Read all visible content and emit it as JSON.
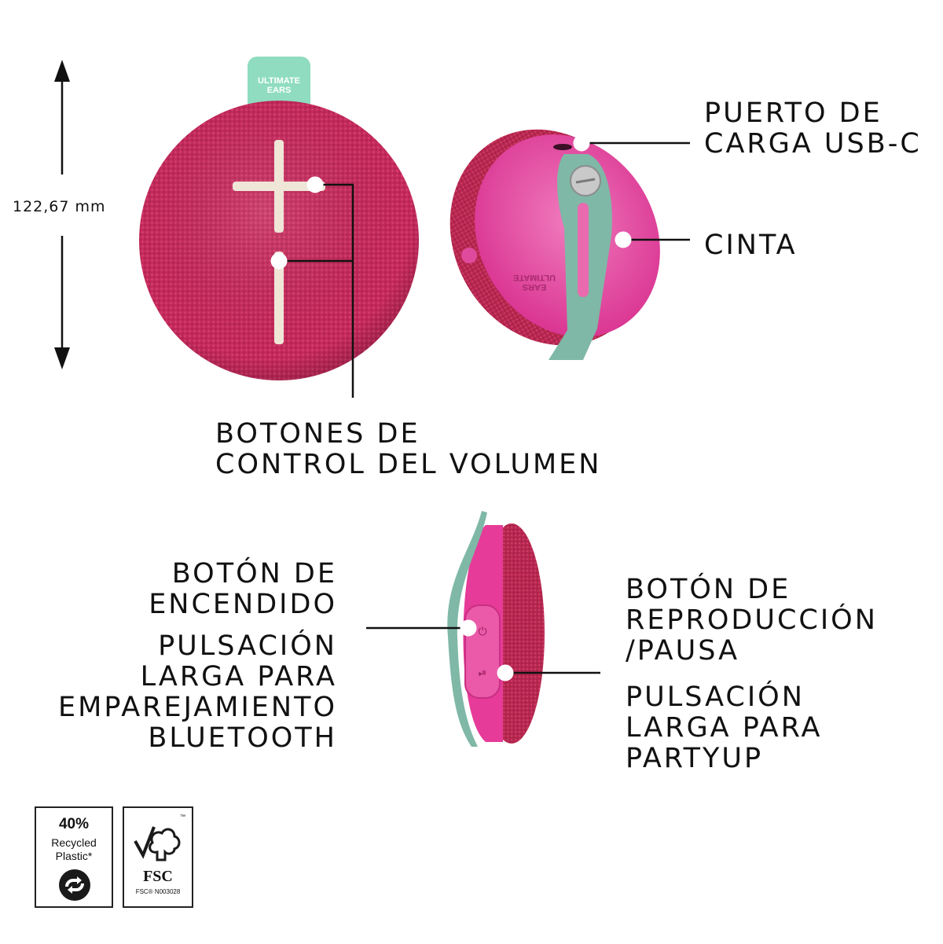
{
  "dimension": {
    "height_label": "122,67 mm"
  },
  "labels": {
    "usb_port": [
      "PUERTO DE",
      "CARGA USB-C"
    ],
    "strap": [
      "CINTA"
    ],
    "volume_buttons": [
      "BOTONES DE",
      "CONTROL DEL VOLUMEN"
    ],
    "power_button": [
      "BOTÓN DE",
      "ENCENDIDO"
    ],
    "power_long_press": [
      "PULSACIÓN",
      "LARGA PARA",
      "EMPAREJAMIENTO",
      "BLUETOOTH"
    ],
    "play_pause_button": [
      "BOTÓN DE",
      "REPRODUCCIÓN",
      "/PAUSA"
    ],
    "play_long_press": [
      "PULSACIÓN",
      "LARGA PARA",
      "PARTYUP"
    ]
  },
  "product": {
    "brand_tag": [
      "ULTIMATE",
      "EARS"
    ]
  },
  "badges": {
    "recycled": {
      "percent": "40%",
      "line1": "Recycled",
      "line2": "Plastic*"
    },
    "fsc": {
      "mark": "FSC",
      "code": "FSC® N003028",
      "tm": "™"
    }
  },
  "colors": {
    "speaker_fabric": "#c62a5c",
    "speaker_pink": "#e63b98",
    "strap_teal": "#7fb8a6",
    "tag_mint": "#8fdcc0",
    "button_cream": "#efe6d8"
  }
}
